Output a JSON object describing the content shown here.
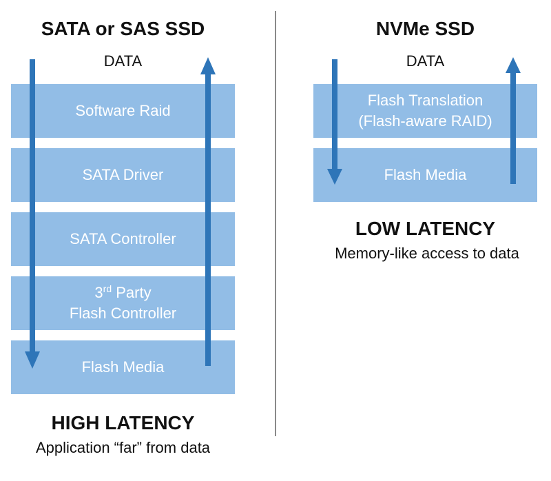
{
  "left_panel": {
    "title": "SATA or SAS SSD",
    "data_label": "DATA",
    "layers": [
      {
        "label": "Software Raid"
      },
      {
        "label": "SATA Driver"
      },
      {
        "label": "SATA Controller"
      },
      {
        "label_num": "3",
        "label_sup": "rd",
        "label_rest": " Party",
        "label_line2": "Flash Controller"
      },
      {
        "label": "Flash Media"
      }
    ],
    "latency_title": "HIGH LATENCY",
    "latency_subtitle": "Application “far” from data"
  },
  "right_panel": {
    "title": "NVMe SSD",
    "data_label": "DATA",
    "layers": [
      {
        "label_line1": "Flash Translation",
        "label_line2": "(Flash-aware RAID)"
      },
      {
        "label": "Flash Media"
      }
    ],
    "latency_title": "LOW LATENCY",
    "latency_subtitle": "Memory-like access to data"
  },
  "colors": {
    "layer_fill": "#92bde6",
    "arrow": "#2e75b8",
    "divider": "#8a8a8a"
  }
}
